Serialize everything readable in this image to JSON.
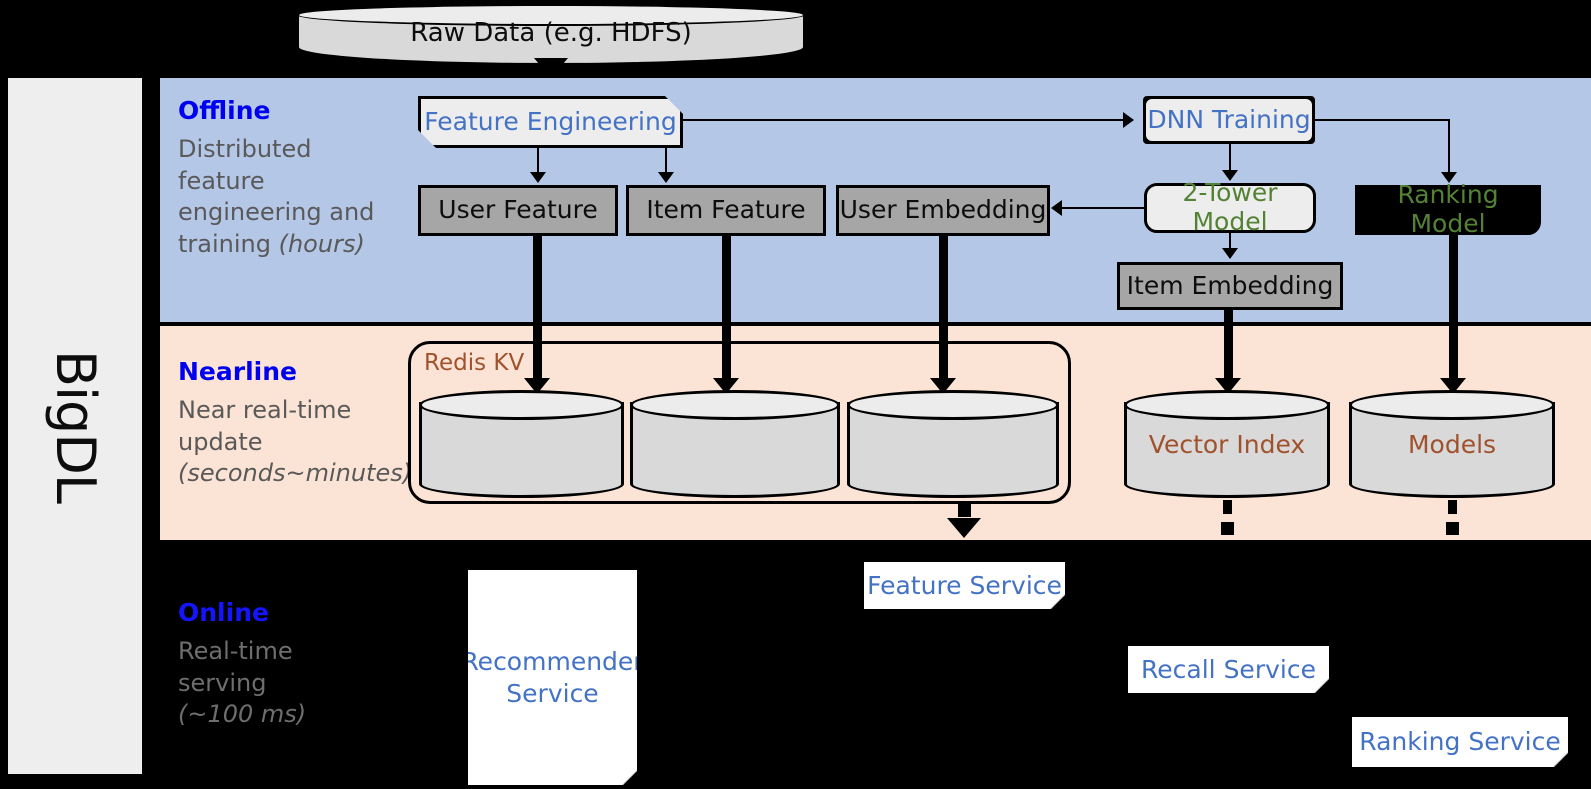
{
  "framework": {
    "name": "BigDL"
  },
  "bands": [
    {
      "id": "offline",
      "title": "Offline",
      "desc_line1": "Distributed",
      "desc_line2": "feature",
      "desc_line3": "engineering and",
      "desc_line4": "training ",
      "desc_em": "(hours)",
      "bg": "#b4c7e7"
    },
    {
      "id": "nearline",
      "title": "Nearline",
      "desc_line1": "Near real-time",
      "desc_line2": "update",
      "desc_em": "(seconds~minutes)",
      "bg": "#fbe4d5"
    },
    {
      "id": "online",
      "title": "Online",
      "desc_line1": "Real-time",
      "desc_line2": "serving",
      "desc_em": "(~100 ms)",
      "bg": "#000000"
    }
  ],
  "source": {
    "raw_data": "Raw Data (e.g. HDFS)"
  },
  "offline": {
    "feature_engineering": "Feature Engineering",
    "dnn_training": "DNN Training",
    "user_feature": "User Feature",
    "item_feature": "Item Feature",
    "user_embedding": "User Embedding",
    "two_tower_model": "2-Tower Model",
    "ranking_model": "Ranking Model",
    "item_embedding": "Item Embedding"
  },
  "nearline": {
    "redis_kv": "Redis KV",
    "store_1": "",
    "store_2": "",
    "store_3": "",
    "vector_index": "Vector Index",
    "models": "Models"
  },
  "online": {
    "recommender_service": "Recommender Service",
    "recommender_service_l1": "Recommender",
    "recommender_service_l2": "Service",
    "feature_service": "Feature Service",
    "recall_service": "Recall Service",
    "ranking_service": "Ranking Service"
  },
  "colors": {
    "offline_band": "#b4c7e7",
    "nearline_band": "#fbe4d5",
    "online_band": "#000000",
    "blue_text": "#4472c4",
    "band_title": "#0000f0",
    "green_text": "#548235",
    "brown_text": "#a0522d",
    "gray_fill": "#a6a6a6",
    "light_fill": "#ededed",
    "cylinder_fill": "#d9d9d9",
    "rail_fill": "#eeeeee",
    "desc_text": "#595959"
  }
}
